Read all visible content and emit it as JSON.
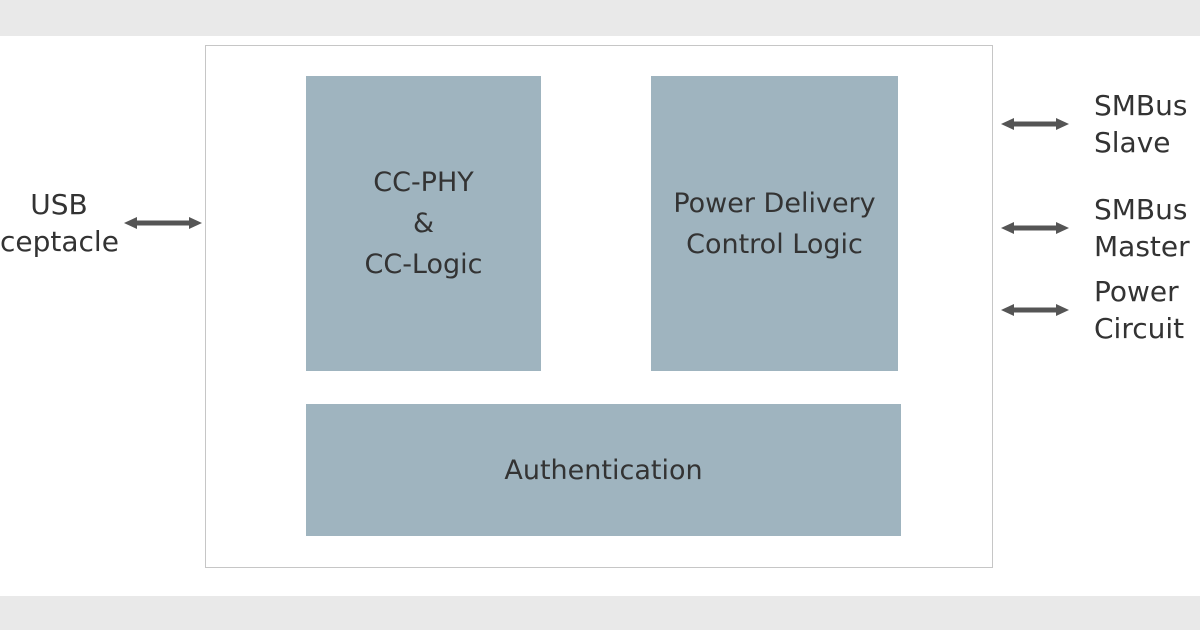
{
  "diagram": {
    "chip": {
      "blocks": {
        "cc": {
          "line1": "CC-PHY",
          "line2": "&",
          "line3": "CC-Logic"
        },
        "pd": {
          "line1": "Power Delivery",
          "line2": "Control Logic"
        },
        "auth": {
          "label": "Authentication"
        }
      }
    },
    "left_port": {
      "line1": "USB",
      "line2": "ceptacle"
    },
    "right_ports": [
      {
        "line1": "SMBus",
        "line2": "Slave"
      },
      {
        "line1": "SMBus",
        "line2": "Master"
      },
      {
        "line1": "Power",
        "line2": "Circuit"
      }
    ],
    "colors": {
      "block_fill": "#9fb4bf",
      "arrow": "#555555",
      "chip_border": "#c6c6c6",
      "strip_background": "#e9e9e9",
      "text": "#333333"
    }
  }
}
